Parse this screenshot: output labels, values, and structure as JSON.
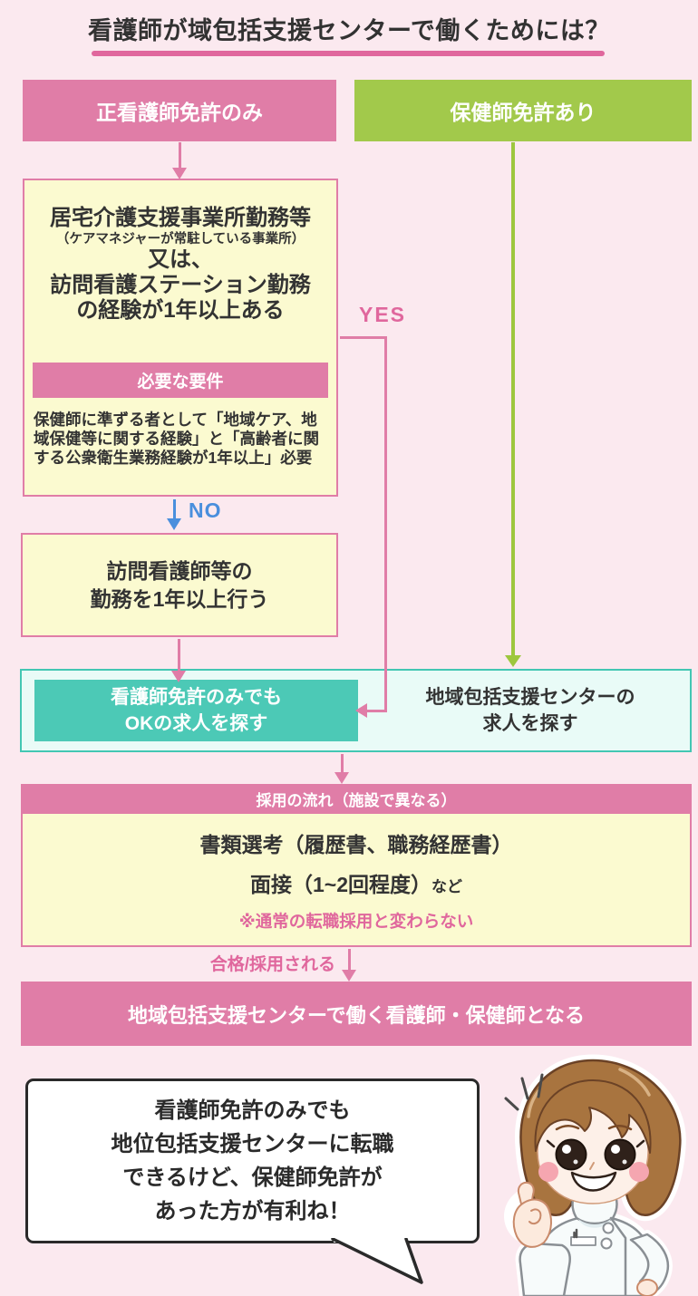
{
  "title": {
    "text": "看護師が域包括支援センターで働くためには？"
  },
  "branches": {
    "left_label": "正看護師免許のみ",
    "right_label": "保健師免許あり"
  },
  "experience_box": {
    "line1": "居宅介護支援事業所勤務等",
    "line2": "（ケアマネジャーが常駐している事業所）",
    "line3": "又は、",
    "line4": "訪問看護ステーション勤務",
    "line5": "の経験が1年以上ある",
    "requirement_header": "必要な要件",
    "requirement_text": "保健師に準ずる者として「地域ケア、地域保健等に関する経験」と「高齢者に関する公衆衛生業務経験が1年以上」必要"
  },
  "labels": {
    "yes": "YES",
    "no": "NO",
    "pass": "合格/採用される"
  },
  "work_box": {
    "line1": "訪問看護師等の",
    "line2": "勤務を1年以上行う"
  },
  "search_box": {
    "nurse_only": {
      "line1": "看護師免許のみでも",
      "line2": "OKの求人を探す"
    },
    "center": {
      "line1": "地域包括支援センターの",
      "line2": "求人を探す"
    }
  },
  "hiring": {
    "header": "採用の流れ（施設で異なる）",
    "step1": "書類選考（履歴書、職務経歴書）",
    "step2": "面接（1~2回程度）",
    "step2_suffix": "など",
    "note": "※通常の転職採用と変わらない"
  },
  "result_bar": {
    "text": "地域包括支援センターで働く看護師・保健師となる"
  },
  "speech_bubble": {
    "line1": "看護師免許のみでも",
    "line2": "地位包括支援センターに転職",
    "line3": "できるけど、保健師免許が",
    "line4": "あった方が有利ね！"
  },
  "colors": {
    "background": "#fbe9ef",
    "pink": "#e07da7",
    "accent_pink": "#e0679d",
    "green": "#a2c94b",
    "green_arrow": "#9dc73e",
    "yellow": "#fbfad0",
    "teal_fill": "#4cc9b6",
    "teal_light": "#e9fbf7",
    "teal_border": "#43c7b3",
    "no_blue": "#4a8fdd",
    "text_dark": "#333333"
  }
}
